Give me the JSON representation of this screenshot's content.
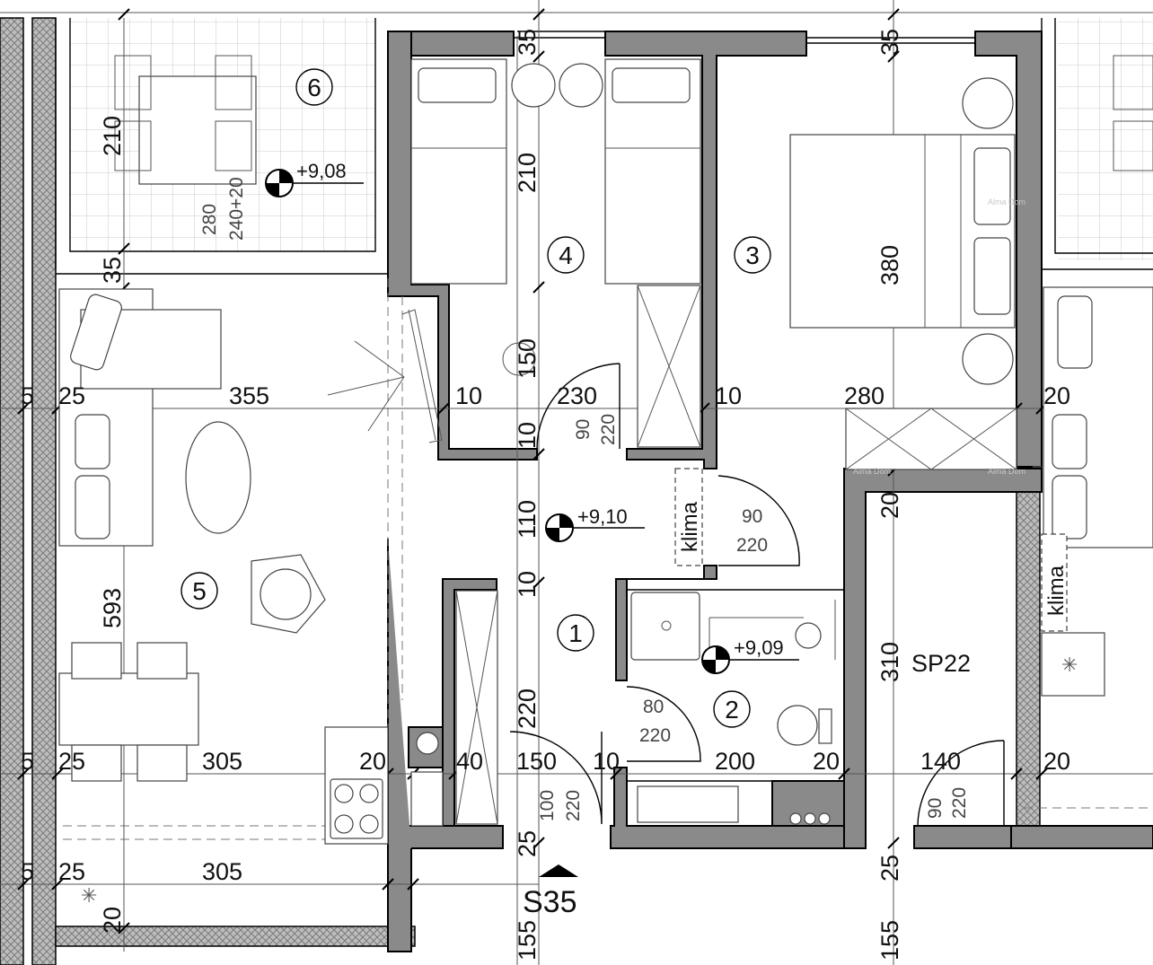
{
  "plan": {
    "rooms": [
      {
        "number": "1"
      },
      {
        "number": "2"
      },
      {
        "number": "3"
      },
      {
        "number": "4"
      },
      {
        "number": "5"
      },
      {
        "number": "6"
      }
    ],
    "storage_label": "SP22",
    "section_marker": "S35",
    "levels": {
      "terrace": "+9,08",
      "hall": "+9,10",
      "bath": "+9,09"
    },
    "climate_label": "klima",
    "dimensions": {
      "d35a": "35",
      "d35b": "35",
      "d35c": "35",
      "d210a": "210",
      "d210b": "210",
      "d380": "380",
      "d150a": "150",
      "d150b": "150",
      "d10a": "10",
      "d10b": "10",
      "d10c": "10",
      "d10d": "10",
      "d10e": "10",
      "d230": "230",
      "d280": "280",
      "d20a": "20",
      "d20b": "20",
      "d20c": "20",
      "d20d": "20",
      "d20e": "20",
      "d20f": "20",
      "d5a": "5",
      "d5b": "5",
      "d5c": "5",
      "d25a": "25",
      "d25b": "25",
      "d25c": "25",
      "d25d": "25",
      "d25e": "25",
      "d355": "355",
      "d305a": "305",
      "d305b": "305",
      "d593": "593",
      "d110": "110",
      "d220": "220",
      "d310": "310",
      "d40": "40",
      "d200": "200",
      "d140": "140",
      "d155a": "155",
      "d155b": "155"
    },
    "door_labels": {
      "d4_w": "90",
      "d4_h": "220",
      "d3_w": "90",
      "d3_h": "220",
      "d2_w": "80",
      "d2_h": "220",
      "entry_w": "100",
      "entry_h": "220",
      "sp_w": "90",
      "sp_h": "220"
    },
    "terrace_labels": {
      "a": "280",
      "b": "240+20"
    },
    "watermark": "Alma Dom"
  }
}
